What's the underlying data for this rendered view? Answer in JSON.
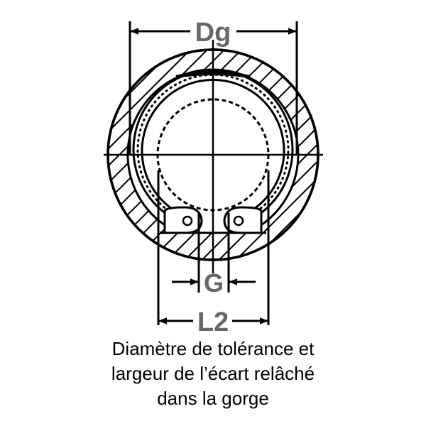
{
  "diagram": {
    "title": "Circlip groove tolerance diagram",
    "colors": {
      "line": "#000000",
      "label": "#666666",
      "background": "#ffffff"
    },
    "dimensions": {
      "dg": {
        "label": "Dg"
      },
      "g": {
        "label": "G"
      },
      "l2": {
        "label": "L2"
      }
    }
  },
  "caption": {
    "lines": [
      "Diamètre de tolérance et",
      "largeur de l’écart relâché",
      "dans la gorge"
    ]
  }
}
